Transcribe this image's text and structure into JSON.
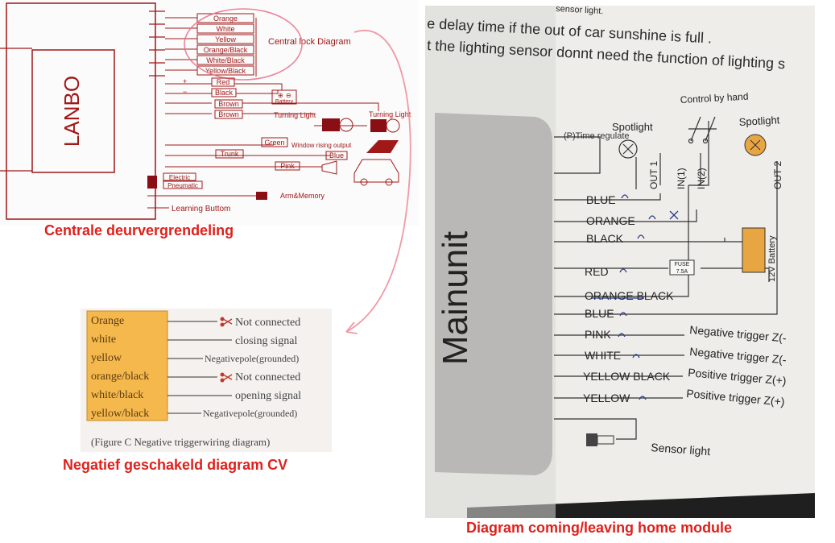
{
  "captions": {
    "left_top": "Centrale deurvergrendeling",
    "left_bottom": "Negatief geschakeld diagram CV",
    "right": "Diagram coming/leaving home module"
  },
  "lanbo": {
    "brand": "LANBO",
    "central_lock_wires": [
      "Orange",
      "White",
      "Yellow",
      "Orange/Black",
      "White/Black",
      "Yellow/Black"
    ],
    "central_lock_label": "Central lock Diagram",
    "power_wires": [
      "Red",
      "Black",
      "Brown",
      "Brown"
    ],
    "battery_label": "Battery",
    "turning_light_1": "Turning Light",
    "turning_light_2": "Turning Light",
    "green_label": "Green",
    "window_output": "Window rising output",
    "trunk_label": "Trunk",
    "blue_label": "Blue",
    "pink_label": "Pink",
    "electric_label": "Electric",
    "pneumatic_label": "Pneumatic",
    "arm_memory": "Arm&Memory",
    "learning_button": "Learning Buttom",
    "plus": "+",
    "minus": "−",
    "batt_plus": "⊕",
    "batt_minus": "⊖"
  },
  "figure_c": {
    "rows": [
      {
        "wire": "Orange",
        "signal": "Not connected",
        "cut": true
      },
      {
        "wire": "white",
        "signal": "closing signal",
        "cut": false
      },
      {
        "wire": "yellow",
        "signal": "Negativepole(grounded)",
        "cut": false
      },
      {
        "wire": "orange/black",
        "signal": "Not connected",
        "cut": true
      },
      {
        "wire": "white/black",
        "signal": "opening signal",
        "cut": false
      },
      {
        "wire": "yellow/black",
        "signal": "Negativepole(grounded)",
        "cut": false
      }
    ],
    "caption": "(Figure C Negative triggerwiring diagram)"
  },
  "module": {
    "header_line1": "e delay time if the out of car sunshine is full .",
    "header_line2": "t the lighting sensor donnt need the function of lighting s",
    "header_fragment": "sensor light.",
    "mainunit": "Mainunit",
    "time_regulate": "(P)Time regulate",
    "spotlight_1": "Spotlight",
    "spotlight_2": "Spotlight",
    "control_by_hand": "Control by hand",
    "out1": "OUT 1",
    "in1": "IN(1)",
    "in2": "IN(2)",
    "out2": "OUT 2",
    "wires": [
      "BLUE",
      "ORANGE",
      "BLACK",
      "RED",
      "ORANGE BLACK",
      "BLUE",
      "PINK",
      "WHITE",
      "YELLOW BLACK",
      "YELLOW"
    ],
    "fuse_label": "FUSE",
    "fuse_rating": "7.5A",
    "battery_label": "12V Battery",
    "triggers": [
      "Negative trigger Z(-",
      "Negative trigger Z(-",
      "Positive trigger Z(+)",
      "Positive trigger Z(+)"
    ],
    "sensor_light": "Sensor light"
  }
}
